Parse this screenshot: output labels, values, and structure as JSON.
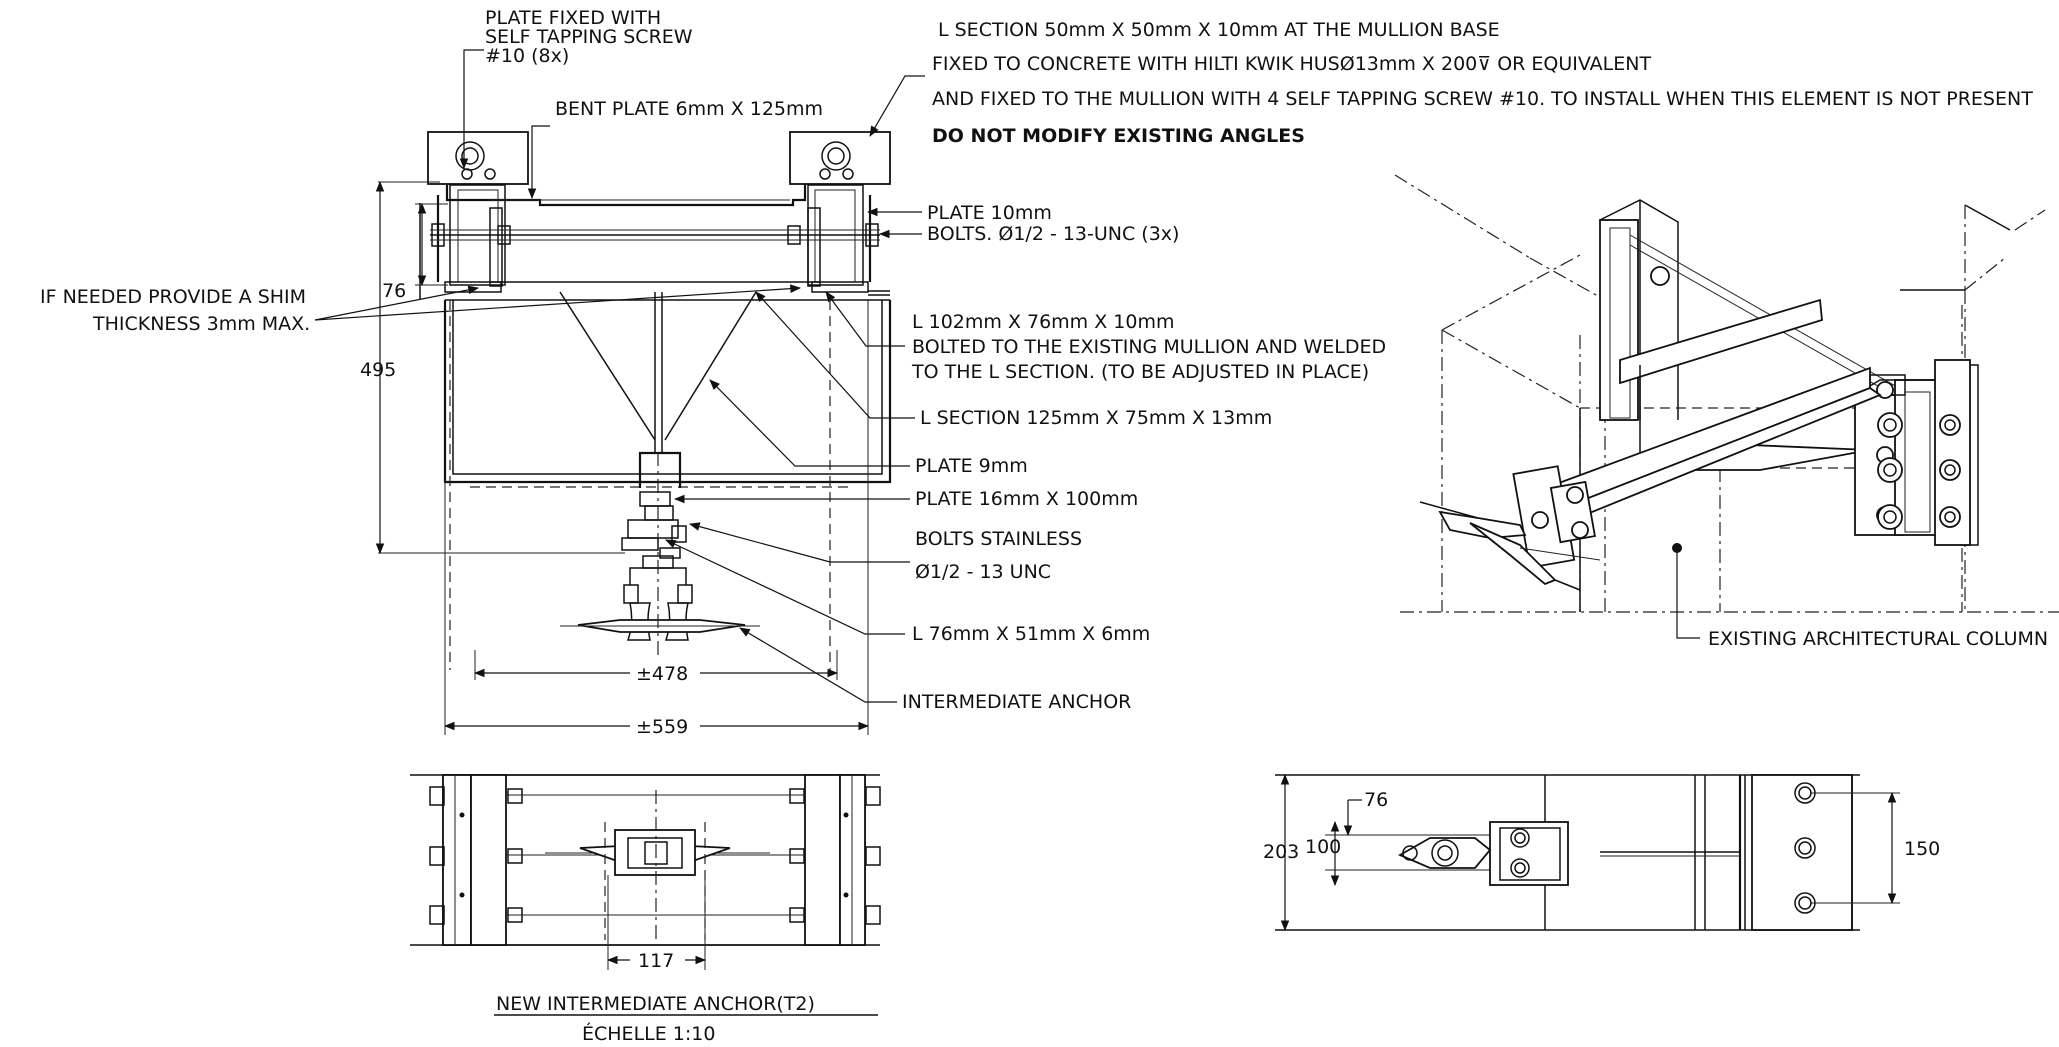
{
  "callouts": {
    "plate_fixed_1": "PLATE FIXED WITH",
    "plate_fixed_2": "SELF TAPPING SCREW",
    "plate_fixed_3": "#10 (8x)",
    "bent_plate": "BENT PLATE 6mm X 125mm",
    "shim_1": "IF NEEDED PROVIDE A SHIM",
    "shim_2": "THICKNESS 3mm MAX.",
    "plate_10": "PLATE 10mm",
    "bolts_3x": "BOLTS. Ø1/2 - 13-UNC (3x)",
    "l102_1": "L 102mm X 76mm X 10mm",
    "l102_2": "BOLTED TO THE EXISTING MULLION AND WELDED",
    "l102_3": "TO THE L SECTION. (TO BE ADJUSTED IN PLACE)",
    "l125": "L SECTION 125mm X 75mm X 13mm",
    "plate_9": "PLATE 9mm",
    "plate_16": "PLATE 16mm X 100mm",
    "bolts_stainless_1": "BOLTS STAINLESS",
    "bolts_stainless_2": "Ø1/2 - 13 UNC",
    "l76": "L 76mm X 51mm X 6mm",
    "intermediate_anchor": "INTERMEDIATE ANCHOR",
    "existing_column": "EXISTING ARCHITECTURAL COLUMN"
  },
  "notes": {
    "line1": "L SECTION 50mm X 50mm X 10mm AT THE MULLION BASE",
    "line2": "FIXED TO CONCRETE WITH HILTI KWIK HUSØ13mm X 200⊽ OR EQUIVALENT",
    "line3": "AND FIXED TO THE MULLION WITH  4 SELF TAPPING SCREW #10. TO INSTALL WHEN THIS ELEMENT IS NOT PRESENT",
    "line4": "DO NOT MODIFY EXISTING ANGLES"
  },
  "dimensions": {
    "d76_left": "76",
    "d495": "495",
    "d478": "±478",
    "d559": "±559",
    "d117": "117",
    "d76_plan": "76",
    "d203": "203",
    "d100": "100",
    "d150": "150"
  },
  "title_block": {
    "title": "NEW INTERMEDIATE ANCHOR(T2)",
    "scale": "ÉCHELLE 1:10"
  }
}
